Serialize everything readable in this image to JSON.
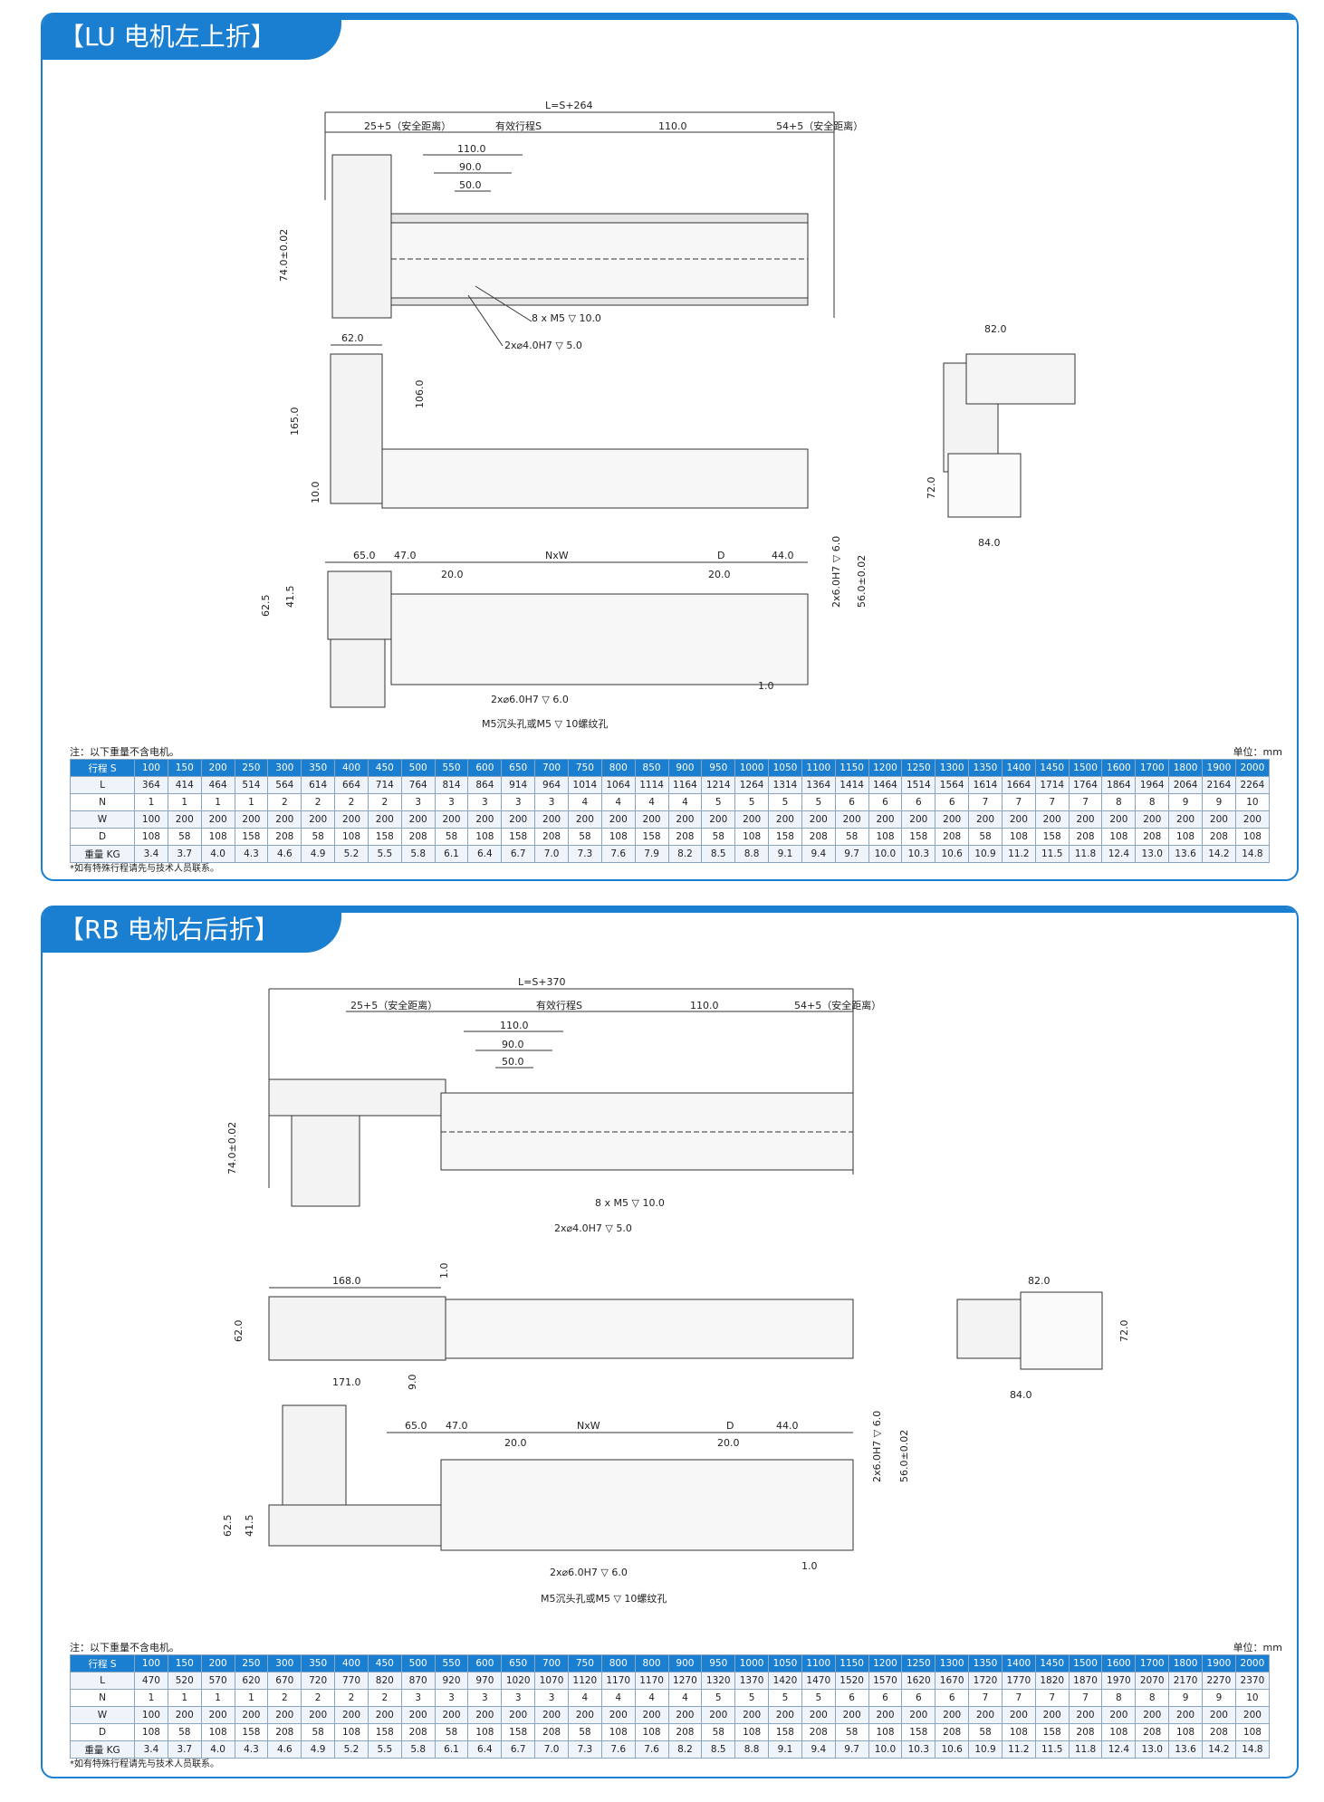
{
  "sections": [
    {
      "title": "【LU 电机左上折】",
      "dims": {
        "L": "L=S+264",
        "safe_left": "25+5（安全距离）",
        "stroke": "有效行程S",
        "d110a": "110.0",
        "safe_right": "54+5（安全距离）",
        "d110b": "110.0",
        "d90": "90.0",
        "d50": "50.0",
        "h74": "74.0±0.02",
        "m5": "8 x  M5 ▽ 10.0",
        "pin": "2x⌀4.0H7 ▽ 5.0",
        "w62": "62.0",
        "h165": "165.0",
        "h106": "106.0",
        "h10": "10.0",
        "w82": "82.0",
        "h72": "72.0",
        "w84": "84.0",
        "w65": "65.0",
        "w47": "47.0",
        "nxw": "NxW",
        "w20a": "20.0",
        "d": "D",
        "w20b": "20.0",
        "w44": "44.0",
        "h62_5": "62.5",
        "h41_5": "41.5",
        "pin6": "2x⌀6.0H7 ▽ 6.0",
        "v56": "56.0±0.02",
        "v6": "2x6.0H7 ▽ 6.0",
        "c1": "1.0",
        "m5c": "M5沉头孔或M5 ▽ 10螺纹孔"
      },
      "note": "注：以下重量不含电机。",
      "unit": "单位：mm",
      "footnote": "*如有特殊行程请先与技术人员联系。",
      "table": {
        "rows": [
          {
            "label": "行程 S",
            "values": [
              "100",
              "150",
              "200",
              "250",
              "300",
              "350",
              "400",
              "450",
              "500",
              "550",
              "600",
              "650",
              "700",
              "750",
              "800",
              "850",
              "900",
              "950",
              "1000",
              "1050",
              "1100",
              "1150",
              "1200",
              "1250",
              "1300",
              "1350",
              "1400",
              "1450",
              "1500",
              "1600",
              "1700",
              "1800",
              "1900",
              "2000"
            ]
          },
          {
            "label": "L",
            "values": [
              "364",
              "414",
              "464",
              "514",
              "564",
              "614",
              "664",
              "714",
              "764",
              "814",
              "864",
              "914",
              "964",
              "1014",
              "1064",
              "1114",
              "1164",
              "1214",
              "1264",
              "1314",
              "1364",
              "1414",
              "1464",
              "1514",
              "1564",
              "1614",
              "1664",
              "1714",
              "1764",
              "1864",
              "1964",
              "2064",
              "2164",
              "2264"
            ]
          },
          {
            "label": "N",
            "values": [
              "1",
              "1",
              "1",
              "1",
              "2",
              "2",
              "2",
              "2",
              "3",
              "3",
              "3",
              "3",
              "3",
              "4",
              "4",
              "4",
              "4",
              "5",
              "5",
              "5",
              "5",
              "6",
              "6",
              "6",
              "6",
              "7",
              "7",
              "7",
              "7",
              "8",
              "8",
              "9",
              "9",
              "10"
            ]
          },
          {
            "label": "W",
            "values": [
              "100",
              "200",
              "200",
              "200",
              "200",
              "200",
              "200",
              "200",
              "200",
              "200",
              "200",
              "200",
              "200",
              "200",
              "200",
              "200",
              "200",
              "200",
              "200",
              "200",
              "200",
              "200",
              "200",
              "200",
              "200",
              "200",
              "200",
              "200",
              "200",
              "200",
              "200",
              "200",
              "200",
              "200"
            ]
          },
          {
            "label": "D",
            "values": [
              "108",
              "58",
              "108",
              "158",
              "208",
              "58",
              "108",
              "158",
              "208",
              "58",
              "108",
              "158",
              "208",
              "58",
              "108",
              "158",
              "208",
              "58",
              "108",
              "158",
              "208",
              "58",
              "108",
              "158",
              "208",
              "58",
              "108",
              "158",
              "208",
              "108",
              "208",
              "108",
              "208",
              "108"
            ]
          },
          {
            "label": "重量 KG",
            "values": [
              "3.4",
              "3.7",
              "4.0",
              "4.3",
              "4.6",
              "4.9",
              "5.2",
              "5.5",
              "5.8",
              "6.1",
              "6.4",
              "6.7",
              "7.0",
              "7.3",
              "7.6",
              "7.9",
              "8.2",
              "8.5",
              "8.8",
              "9.1",
              "9.4",
              "9.7",
              "10.0",
              "10.3",
              "10.6",
              "10.9",
              "11.2",
              "11.5",
              "11.8",
              "12.4",
              "13.0",
              "13.6",
              "14.2",
              "14.8"
            ]
          }
        ]
      }
    },
    {
      "title": "【RB 电机右后折】",
      "dims": {
        "L": "L=S+370",
        "safe_left": "25+5（安全距离）",
        "stroke": "有效行程S",
        "d110a": "110.0",
        "safe_right": "54+5（安全距离）",
        "d110b": "110.0",
        "d90": "90.0",
        "d50": "50.0",
        "h74": "74.0±0.02",
        "m5": "8 x  M5 ▽ 10.0",
        "pin": "2x⌀4.0H7 ▽ 5.0",
        "w168": "168.0",
        "h1": "1.0",
        "h62": "62.0",
        "w171": "171.0",
        "h9": "9.0",
        "w82": "82.0",
        "h72": "72.0",
        "w84": "84.0",
        "w65": "65.0",
        "w47": "47.0",
        "nxw": "NxW",
        "w20a": "20.0",
        "d": "D",
        "w20b": "20.0",
        "w44": "44.0",
        "h62_5": "62.5",
        "h41_5": "41.5",
        "pin6": "2x⌀6.0H7 ▽ 6.0",
        "v56": "56.0±0.02",
        "v6": "2x6.0H7 ▽ 6.0",
        "c1": "1.0",
        "m5c": "M5沉头孔或M5 ▽ 10螺纹孔"
      },
      "note": "注：以下重量不含电机。",
      "unit": "单位：mm",
      "footnote": "*如有特殊行程请先与技术人员联系。",
      "table": {
        "rows": [
          {
            "label": "行程 S",
            "values": [
              "100",
              "150",
              "200",
              "250",
              "300",
              "350",
              "400",
              "450",
              "500",
              "550",
              "600",
              "650",
              "700",
              "750",
              "800",
              "800",
              "900",
              "950",
              "1000",
              "1050",
              "1100",
              "1150",
              "1200",
              "1250",
              "1300",
              "1350",
              "1400",
              "1450",
              "1500",
              "1600",
              "1700",
              "1800",
              "1900",
              "2000"
            ]
          },
          {
            "label": "L",
            "values": [
              "470",
              "520",
              "570",
              "620",
              "670",
              "720",
              "770",
              "820",
              "870",
              "920",
              "970",
              "1020",
              "1070",
              "1120",
              "1170",
              "1170",
              "1270",
              "1320",
              "1370",
              "1420",
              "1470",
              "1520",
              "1570",
              "1620",
              "1670",
              "1720",
              "1770",
              "1820",
              "1870",
              "1970",
              "2070",
              "2170",
              "2270",
              "2370"
            ]
          },
          {
            "label": "N",
            "values": [
              "1",
              "1",
              "1",
              "1",
              "2",
              "2",
              "2",
              "2",
              "3",
              "3",
              "3",
              "3",
              "3",
              "4",
              "4",
              "4",
              "4",
              "5",
              "5",
              "5",
              "5",
              "6",
              "6",
              "6",
              "6",
              "7",
              "7",
              "7",
              "7",
              "8",
              "8",
              "9",
              "9",
              "10"
            ]
          },
          {
            "label": "W",
            "values": [
              "100",
              "200",
              "200",
              "200",
              "200",
              "200",
              "200",
              "200",
              "200",
              "200",
              "200",
              "200",
              "200",
              "200",
              "200",
              "200",
              "200",
              "200",
              "200",
              "200",
              "200",
              "200",
              "200",
              "200",
              "200",
              "200",
              "200",
              "200",
              "200",
              "200",
              "200",
              "200",
              "200",
              "200"
            ]
          },
          {
            "label": "D",
            "values": [
              "108",
              "58",
              "108",
              "158",
              "208",
              "58",
              "108",
              "158",
              "208",
              "58",
              "108",
              "158",
              "208",
              "58",
              "108",
              "108",
              "208",
              "58",
              "108",
              "158",
              "208",
              "58",
              "108",
              "158",
              "208",
              "58",
              "108",
              "158",
              "208",
              "108",
              "208",
              "108",
              "208",
              "108"
            ]
          },
          {
            "label": "重量 KG",
            "values": [
              "3.4",
              "3.7",
              "4.0",
              "4.3",
              "4.6",
              "4.9",
              "5.2",
              "5.5",
              "5.8",
              "6.1",
              "6.4",
              "6.7",
              "7.0",
              "7.3",
              "7.6",
              "7.6",
              "8.2",
              "8.5",
              "8.8",
              "9.1",
              "9.4",
              "9.7",
              "10.0",
              "10.3",
              "10.6",
              "10.9",
              "11.2",
              "11.5",
              "11.8",
              "12.4",
              "13.0",
              "13.6",
              "14.2",
              "14.8"
            ]
          }
        ]
      }
    }
  ]
}
